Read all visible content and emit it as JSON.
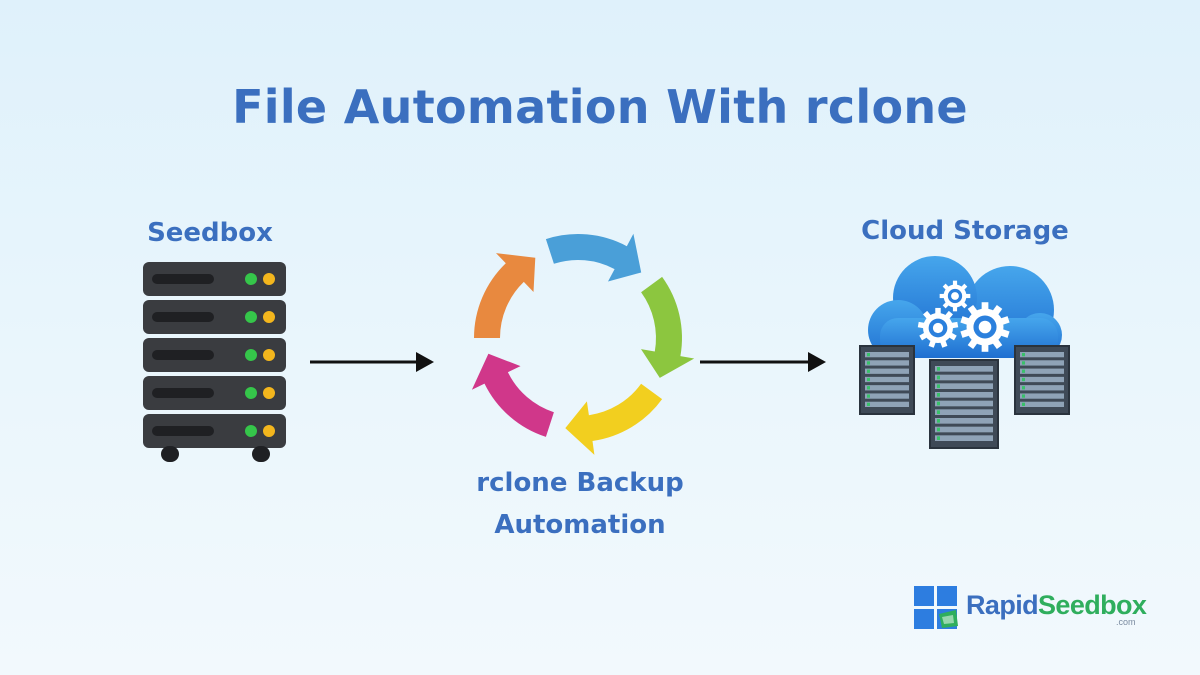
{
  "title": "File Automation With rclone",
  "nodes": {
    "source": {
      "label": "Seedbox",
      "icon": "server-rack-icon"
    },
    "process": {
      "label_line1": "rclone Backup",
      "label_line2": "Automation",
      "icon": "cycle-arrows-icon"
    },
    "target": {
      "label": "Cloud Storage",
      "icon": "cloud-servers-icon"
    }
  },
  "edges": [
    {
      "from": "source",
      "to": "process"
    },
    {
      "from": "process",
      "to": "target"
    }
  ],
  "logo": {
    "part1": "Rapid",
    "part2": "Seedbox",
    "suffix": ".com",
    "icon": "rapidseedbox-logo-icon"
  },
  "colors": {
    "title": "#3b6fbf",
    "arrow_orange": "#e8893f",
    "arrow_blue": "#4a9fd8",
    "arrow_green": "#8cc63f",
    "arrow_yellow": "#f2cf1f",
    "arrow_magenta": "#d0378a"
  }
}
